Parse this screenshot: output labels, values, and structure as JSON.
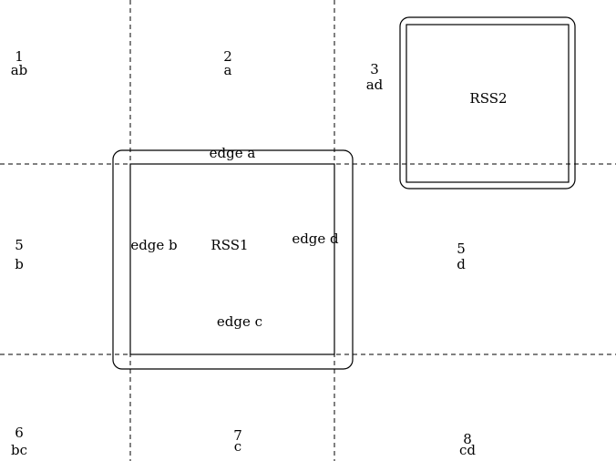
{
  "regions": [
    {
      "id": "1",
      "number": "1",
      "code": "ab"
    },
    {
      "id": "2",
      "number": "2",
      "code": "a"
    },
    {
      "id": "3",
      "number": "3",
      "code": "ad"
    },
    {
      "id": "4",
      "number": "5",
      "code": "b"
    },
    {
      "id": "5",
      "number": "5",
      "code": "d"
    },
    {
      "id": "6",
      "number": "6",
      "code": "bc"
    },
    {
      "id": "7",
      "number": "7",
      "code": "c"
    },
    {
      "id": "8",
      "number": "8",
      "code": "cd"
    }
  ],
  "rss1": {
    "label": "RSS1",
    "edge_a": "edge a",
    "edge_b": "edge b",
    "edge_c": "edge c",
    "edge_d": "edge d"
  },
  "rss2": {
    "label": "RSS2"
  }
}
